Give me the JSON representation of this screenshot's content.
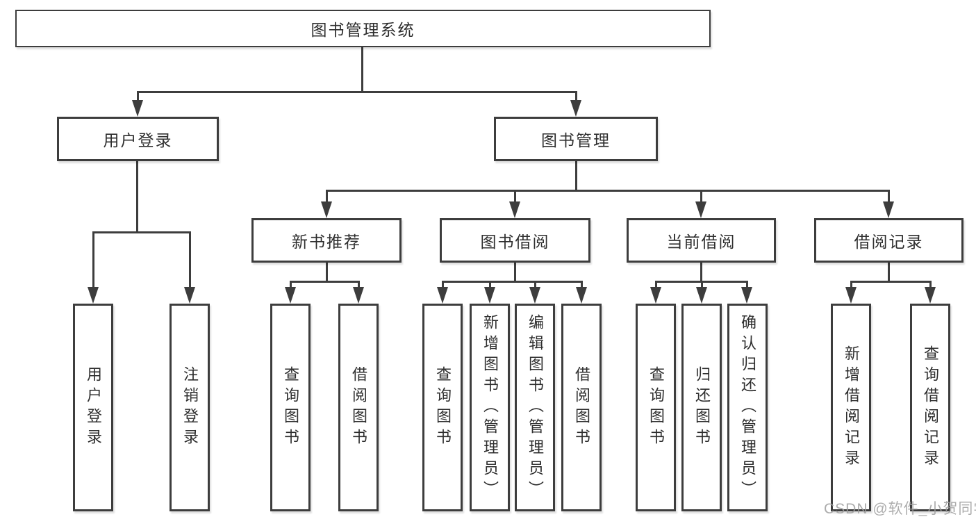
{
  "tree": {
    "label": "图书管理系统",
    "children": [
      {
        "label": "用户登录",
        "children": [
          {
            "label": "用户登录"
          },
          {
            "label": "注销登录"
          }
        ]
      },
      {
        "label": "图书管理",
        "children": [
          {
            "label": "新书推荐",
            "children": [
              {
                "label": "查询图书"
              },
              {
                "label": "借阅图书"
              }
            ]
          },
          {
            "label": "图书借阅",
            "children": [
              {
                "label": "查询图书"
              },
              {
                "label": "新增图书（管理员）"
              },
              {
                "label": "编辑图书（管理员）"
              },
              {
                "label": "借阅图书"
              }
            ]
          },
          {
            "label": "当前借阅",
            "children": [
              {
                "label": "查询图书"
              },
              {
                "label": "归还图书"
              },
              {
                "label": "确认归还（管理员）"
              }
            ]
          },
          {
            "label": "借阅记录",
            "children": [
              {
                "label": "新增借阅记录"
              },
              {
                "label": "查询借阅记录"
              }
            ]
          }
        ]
      }
    ]
  },
  "watermark": {
    "text": "CSDN @软件_小贺同学"
  },
  "colors": {
    "line": "#3d3d3d",
    "box_border": "#3d3d3d",
    "text": "#2e2e2e",
    "watermark": "#9e9e9e",
    "background": "#ffffff"
  }
}
